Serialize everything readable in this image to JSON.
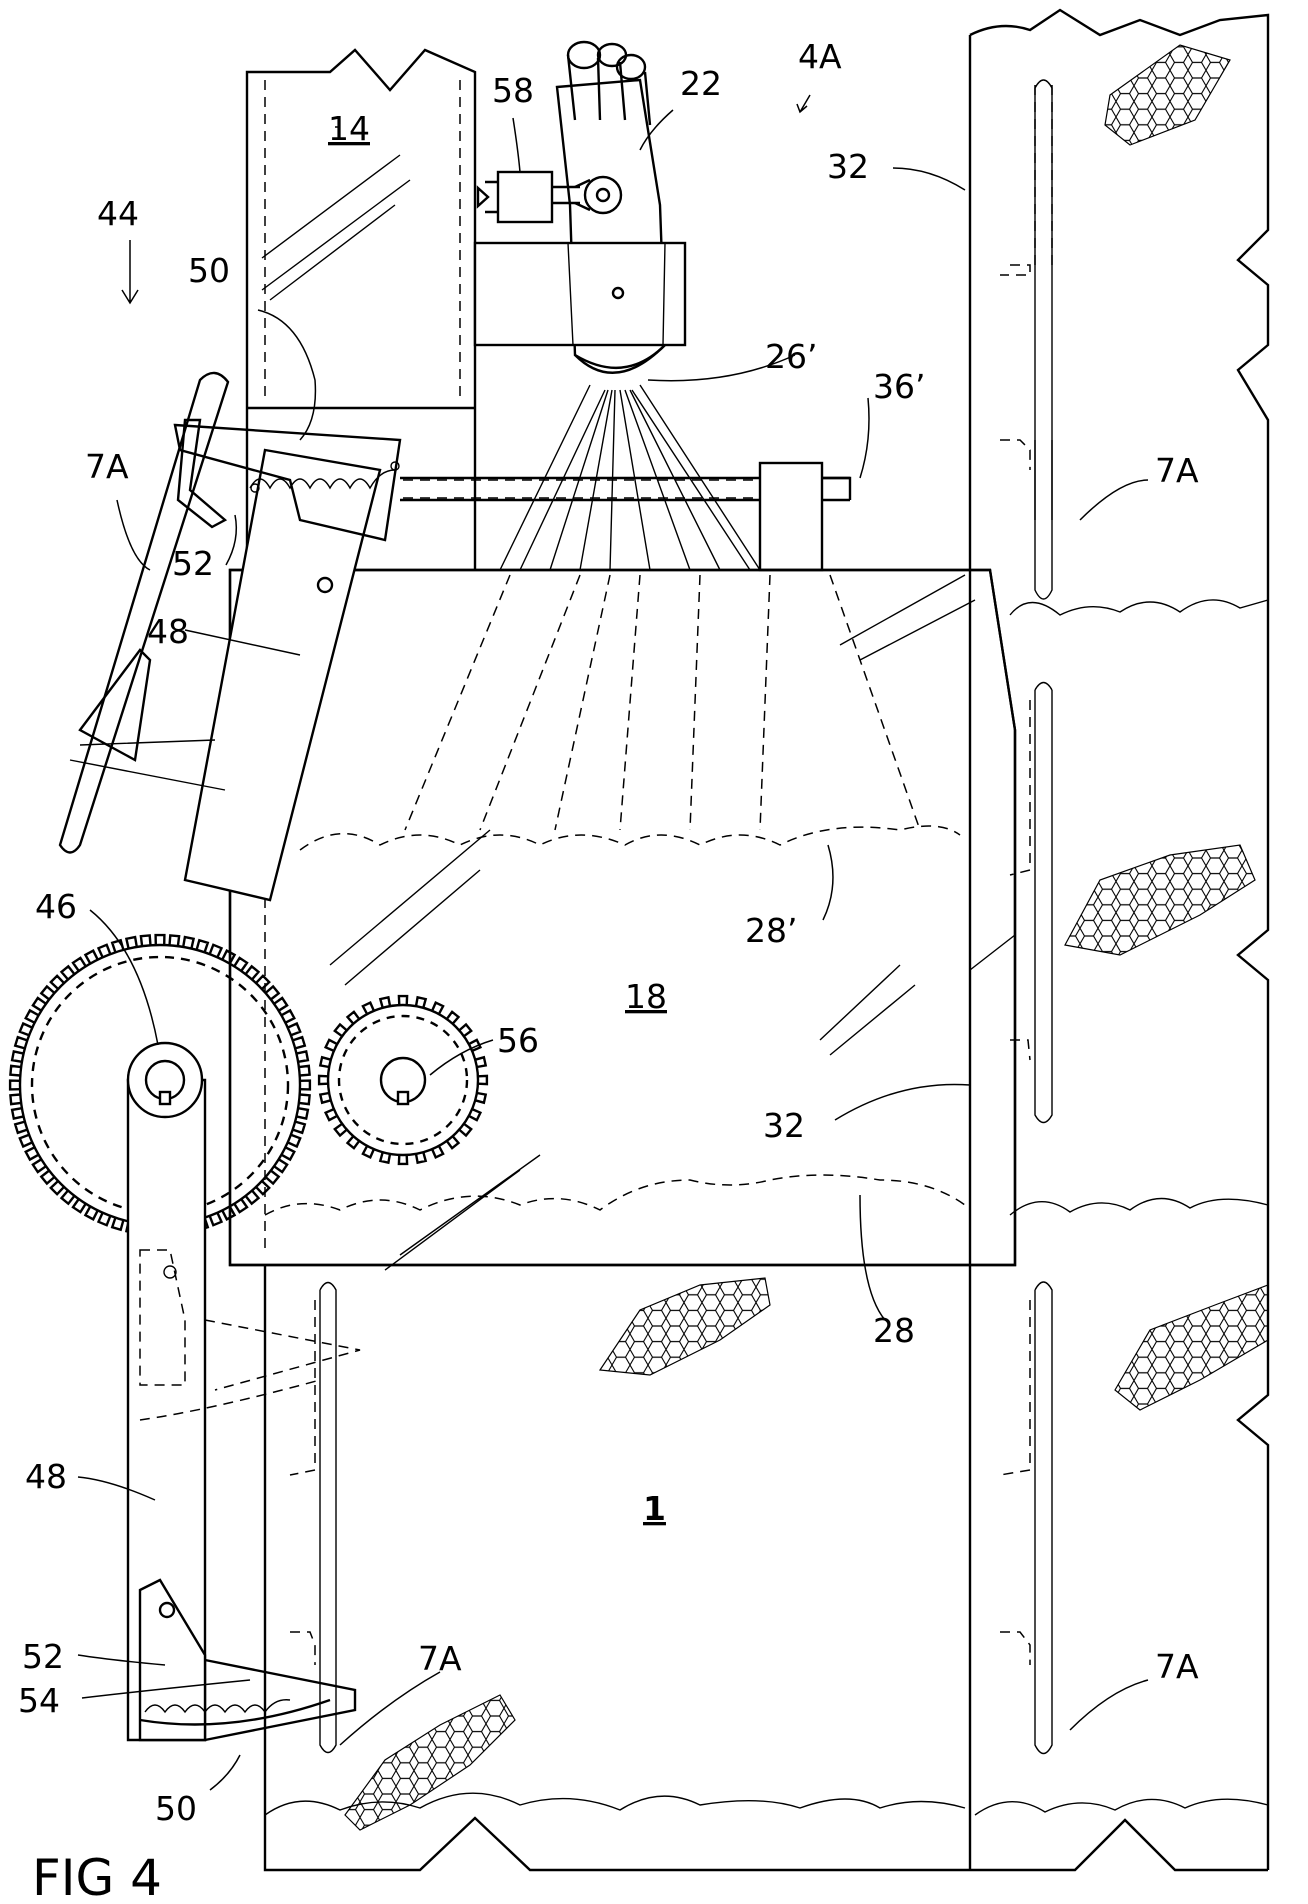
{
  "figure": {
    "caption": "FIG 4",
    "view_label": "4A",
    "bar_reference": "1"
  },
  "labels": {
    "l14": "14",
    "l58": "58",
    "l22": "22",
    "l4a": "4A",
    "l32_top": "32",
    "l44": "44",
    "l50_top": "50",
    "l26p": "26’",
    "l36p": "36’",
    "l7a_left": "7A",
    "l7a_right_top": "7A",
    "l52_top": "52",
    "l48_top": "48",
    "l28p": "28’",
    "l46": "46",
    "l18": "18",
    "l56": "56",
    "l32_mid": "32",
    "l28": "28",
    "l48_bottom": "48",
    "l1": "1",
    "l52_bottom": "52",
    "l54": "54",
    "l7a_bottom": "7A",
    "l7a_right_bottom": "7A",
    "l50_bottom": "50"
  },
  "colors": {
    "ink": "#000000",
    "paper": "#ffffff"
  }
}
